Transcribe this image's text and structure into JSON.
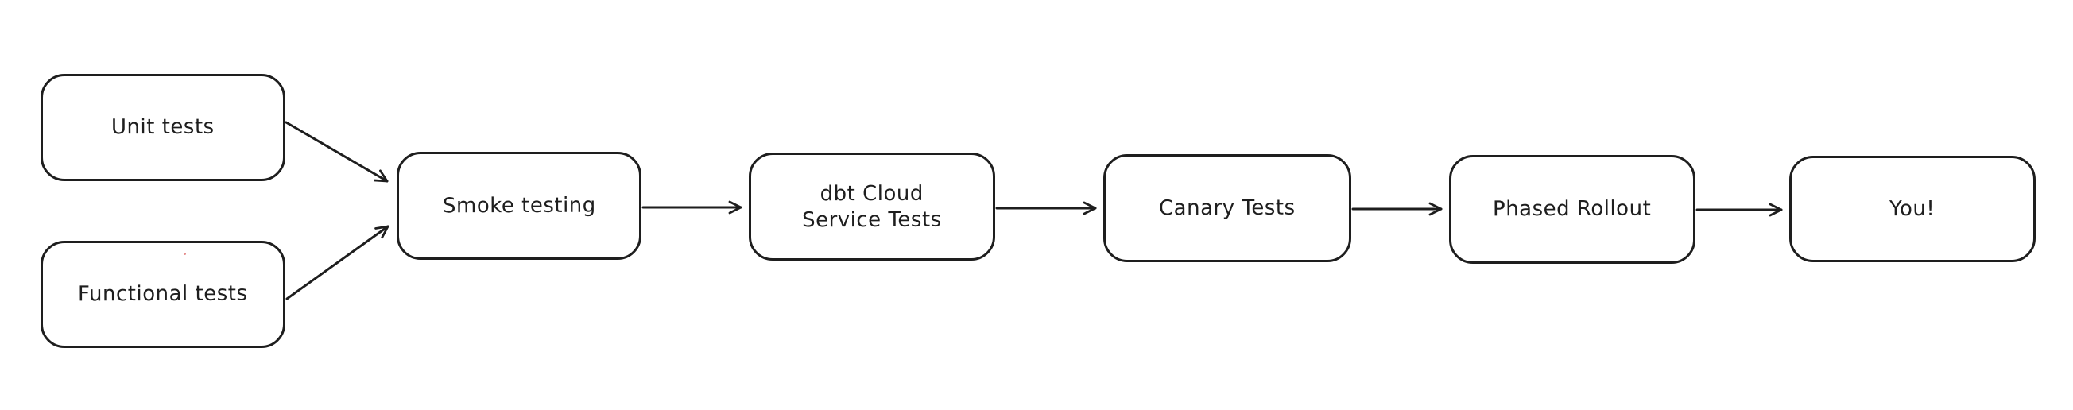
{
  "diagram": {
    "background_color": "#ffffff",
    "stroke_color": "#1e1e1e",
    "style": "hand-drawn flowchart",
    "nodes": [
      {
        "id": "unit-tests",
        "label": "Unit tests"
      },
      {
        "id": "functional-tests",
        "label": "Functional tests"
      },
      {
        "id": "smoke-testing",
        "label": "Smoke testing"
      },
      {
        "id": "dbt-cloud-service-tests",
        "label": "dbt Cloud\nService Tests"
      },
      {
        "id": "canary-tests",
        "label": "Canary Tests"
      },
      {
        "id": "phased-rollout",
        "label": "Phased Rollout"
      },
      {
        "id": "you",
        "label": "You!"
      }
    ],
    "edges": [
      {
        "from": "unit-tests",
        "to": "smoke-testing"
      },
      {
        "from": "functional-tests",
        "to": "smoke-testing"
      },
      {
        "from": "smoke-testing",
        "to": "dbt-cloud-service-tests"
      },
      {
        "from": "dbt-cloud-service-tests",
        "to": "canary-tests"
      },
      {
        "from": "canary-tests",
        "to": "phased-rollout"
      },
      {
        "from": "phased-rollout",
        "to": "you"
      }
    ],
    "artifacts": [
      {
        "id": "stray-red-dot",
        "color": "#e58e8e"
      }
    ]
  }
}
